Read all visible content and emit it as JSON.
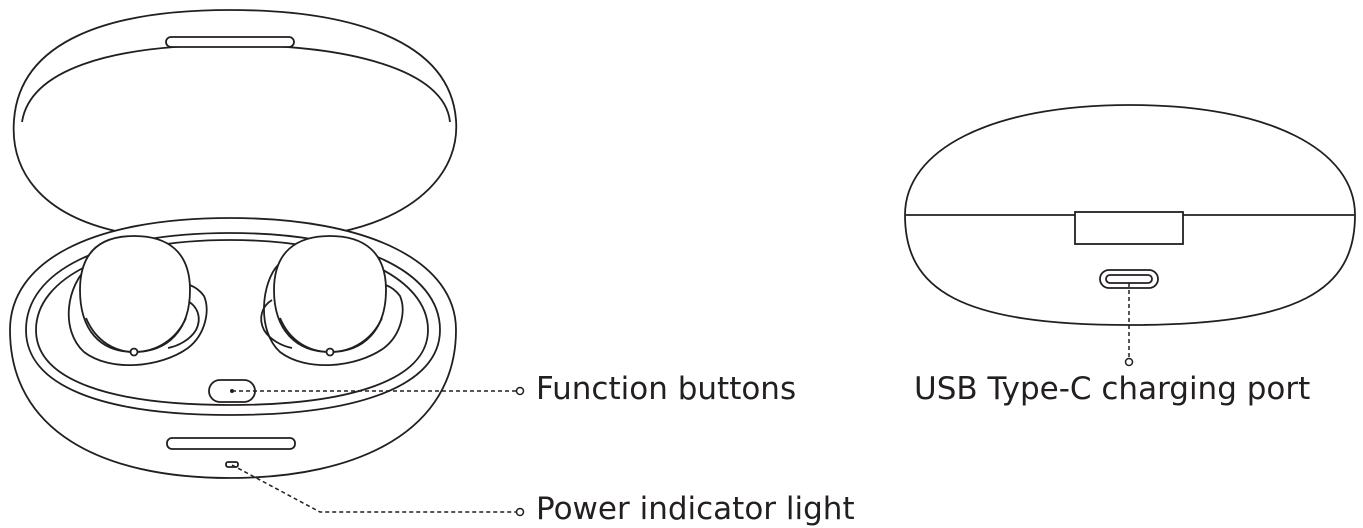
{
  "callouts": {
    "function_buttons": "Function buttons",
    "power_indicator_light": "Power indicator light",
    "usb_type_c_port": "USB Type-C charging port"
  },
  "colors": {
    "line": "#231f20",
    "background": "#ffffff"
  }
}
